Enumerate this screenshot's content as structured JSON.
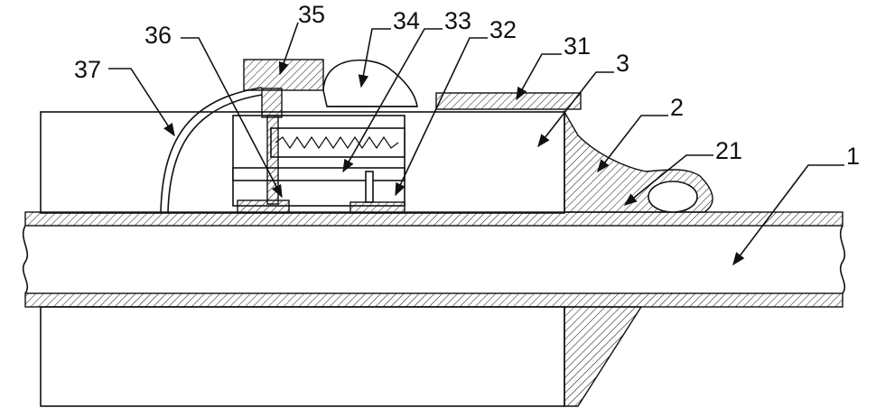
{
  "labels": [
    {
      "id": "1",
      "text": "1"
    },
    {
      "id": "2",
      "text": "2"
    },
    {
      "id": "21",
      "text": "21"
    },
    {
      "id": "3",
      "text": "3"
    },
    {
      "id": "31",
      "text": "31"
    },
    {
      "id": "32",
      "text": "32"
    },
    {
      "id": "33",
      "text": "33"
    },
    {
      "id": "34",
      "text": "34"
    },
    {
      "id": "35",
      "text": "35"
    },
    {
      "id": "36",
      "text": "36"
    },
    {
      "id": "37",
      "text": "37"
    }
  ]
}
